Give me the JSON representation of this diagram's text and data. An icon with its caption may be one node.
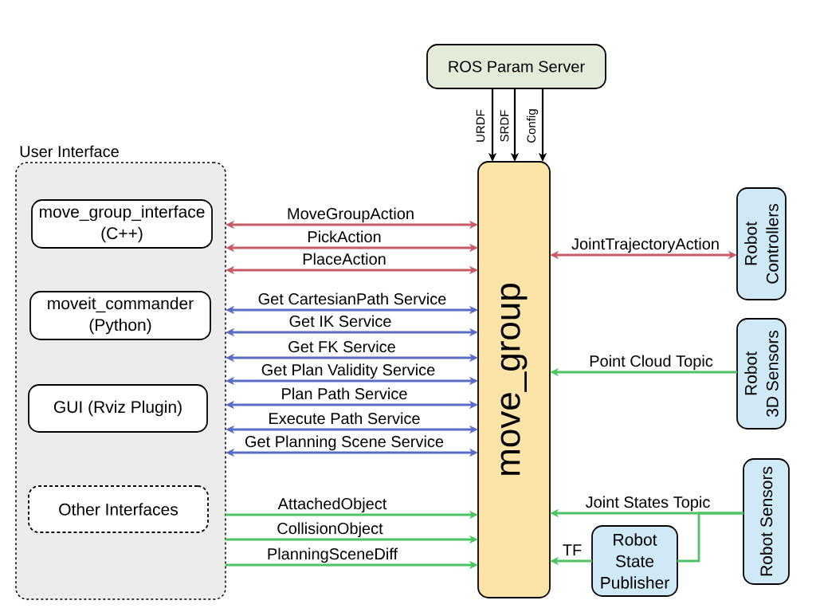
{
  "diagram": {
    "nodes": [
      {
        "text": [
          "ROS Param Server"
        ]
      },
      {
        "text": [
          "User Interface"
        ]
      },
      {
        "text": [
          "move_group_interface (C++)"
        ],
        "in": 1
      },
      {
        "text": [
          "moveit_commander (Python)"
        ],
        "in": 1
      },
      {
        "text": [
          "GUI (Rviz Plugin)"
        ],
        "in": 1
      },
      {
        "text": [
          "Other Interfaces"
        ],
        "in": 1
      },
      {
        "text": [
          "move_group"
        ]
      },
      {
        "text": [
          "Robot Controllers"
        ]
      },
      {
        "text": [
          "Robot 3D Sensors"
        ]
      },
      {
        "text": [
          "Robot Sensors"
        ]
      },
      {
        "text": [
          "Robot State Publisher"
        ]
      }
    ],
    "edges": [
      {
        "from": 0,
        "to": 6,
        "arrow": "to",
        "label": "URDF",
        "color": "#000000"
      },
      {
        "from": 0,
        "to": 6,
        "arrow": "to",
        "label": "SRDF",
        "color": "#000000"
      },
      {
        "from": 0,
        "to": 6,
        "arrow": "to",
        "label": "Config",
        "color": "#000000"
      },
      {
        "from": 1,
        "to": 6,
        "arrow": "both",
        "label": "MoveGroupAction",
        "color": "#c75b67"
      },
      {
        "from": 1,
        "to": 6,
        "arrow": "both",
        "label": "PickAction",
        "color": "#c75b67"
      },
      {
        "from": 1,
        "to": 6,
        "arrow": "both",
        "label": "PlaceAction",
        "color": "#c75b67"
      },
      {
        "from": 1,
        "to": 6,
        "arrow": "both",
        "label": "Get CartesianPath Service",
        "color": "#5b6cc6"
      },
      {
        "from": 1,
        "to": 6,
        "arrow": "both",
        "label": "Get IK Service",
        "color": "#5b6cc6"
      },
      {
        "from": 1,
        "to": 6,
        "arrow": "both",
        "label": "Get FK Service",
        "color": "#5b6cc6"
      },
      {
        "from": 1,
        "to": 6,
        "arrow": "both",
        "label": "Get Plan Validity Service",
        "color": "#5b6cc6"
      },
      {
        "from": 1,
        "to": 6,
        "arrow": "both",
        "label": "Plan Path Service",
        "color": "#5b6cc6"
      },
      {
        "from": 1,
        "to": 6,
        "arrow": "both",
        "label": "Execute Path Service",
        "color": "#5b6cc6"
      },
      {
        "from": 1,
        "to": 6,
        "arrow": "both",
        "label": "Get Planning Scene Service",
        "color": "#5b6cc6"
      },
      {
        "from": 1,
        "to": 6,
        "arrow": "to",
        "label": "AttachedObject",
        "color": "#4dc463"
      },
      {
        "from": 1,
        "to": 6,
        "arrow": "to",
        "label": "CollisionObject",
        "color": "#4dc463"
      },
      {
        "from": 1,
        "to": 6,
        "arrow": "to",
        "label": "PlanningSceneDiff",
        "color": "#4dc463"
      },
      {
        "from": 6,
        "to": 7,
        "arrow": "both",
        "label": "JointTrajectoryAction",
        "color": "#c75b67"
      },
      {
        "from": 8,
        "to": 6,
        "arrow": "to",
        "label": "Point Cloud Topic",
        "color": "#4dc463"
      },
      {
        "from": 9,
        "to": 6,
        "arrow": "to",
        "label": "Joint States Topic",
        "color": "#4dc463"
      },
      {
        "from": 9,
        "to": 10,
        "arrow": "none",
        "color": "#4dc463"
      },
      {
        "from": 10,
        "to": 6,
        "arrow": "to",
        "label": "TF",
        "color": "#4dc463"
      }
    ]
  }
}
